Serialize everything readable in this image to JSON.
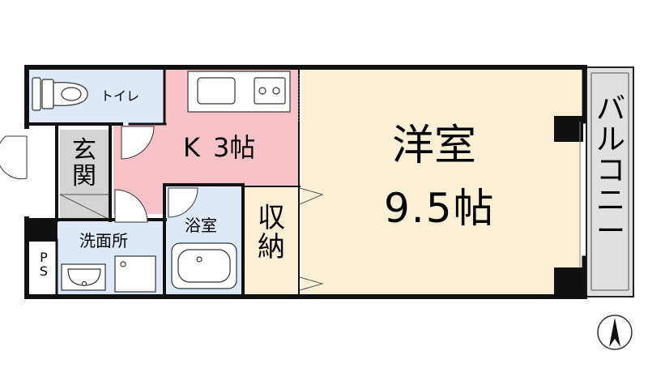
{
  "rooms": {
    "toilet": "トイレ",
    "kitchen": "K",
    "kitchen_size": "3帖",
    "entrance": [
      "玄",
      "関"
    ],
    "bath": "浴室",
    "washroom": "洗面所",
    "ps": [
      "P",
      "S"
    ],
    "storage": [
      "収",
      "納"
    ],
    "western_room": "洋室",
    "western_room_size": "9.5帖",
    "balcony": [
      "バ",
      "ル",
      "コ",
      "ニ",
      "ー"
    ]
  },
  "colors": {
    "western_room": "#fbf0d6",
    "kitchen": "#f7c3c8",
    "wet_area": "#dde8f8",
    "entrance": "#d4d4d4",
    "balcony": "#e0e0e0",
    "storage": "#fbf0d6",
    "wall": "#111111"
  },
  "icons": {
    "north": "north-arrow-icon",
    "sink": "kitchen-sink-icon",
    "stove": "two-burner-stove-icon",
    "toilet": "toilet-icon",
    "bathtub": "bathtub-icon",
    "washbasin": "washbasin-icon",
    "washer": "washing-machine-pan-icon"
  }
}
